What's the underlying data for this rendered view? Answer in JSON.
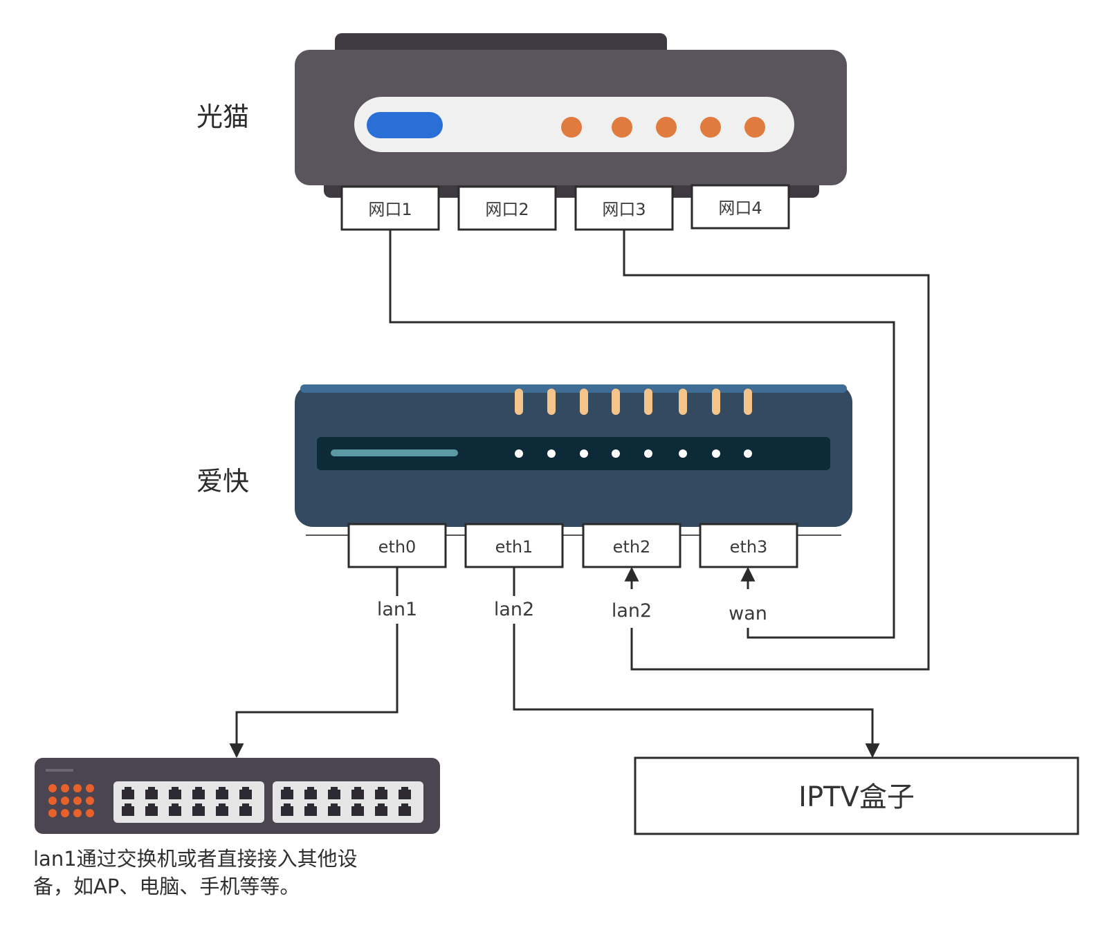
{
  "modem": {
    "label": "光猫",
    "ports": [
      "网口1",
      "网口2",
      "网口3",
      "网口4"
    ],
    "colors": {
      "body": "#5a545c",
      "top": "#3f3a41",
      "panel": "#f0f0f0",
      "indicator": "#2a6fd6",
      "led": "#e07a3f"
    }
  },
  "router": {
    "label": "爱快",
    "ports": [
      "eth0",
      "eth1",
      "eth2",
      "eth3"
    ],
    "colors": {
      "body": "#344a60",
      "panel": "#0d2a38",
      "bar": "#5b9aa5",
      "antenna": "#f3c58a",
      "dot": "#ffffff"
    }
  },
  "connections": {
    "eth0": "lan1",
    "eth1": "lan2",
    "eth2": "lan2",
    "eth3": "wan"
  },
  "iptv": {
    "label": "IPTV盒子"
  },
  "switch": {
    "colors": {
      "body": "#4a4550",
      "led": "#e8612c",
      "port_panel": "#e6e6e6",
      "port": "#2e2a33"
    }
  },
  "note": "lan1通过交换机或者直接接入其他设备，如AP、电脑、手机等等。",
  "colors": {
    "line": "#2b2b2b"
  }
}
